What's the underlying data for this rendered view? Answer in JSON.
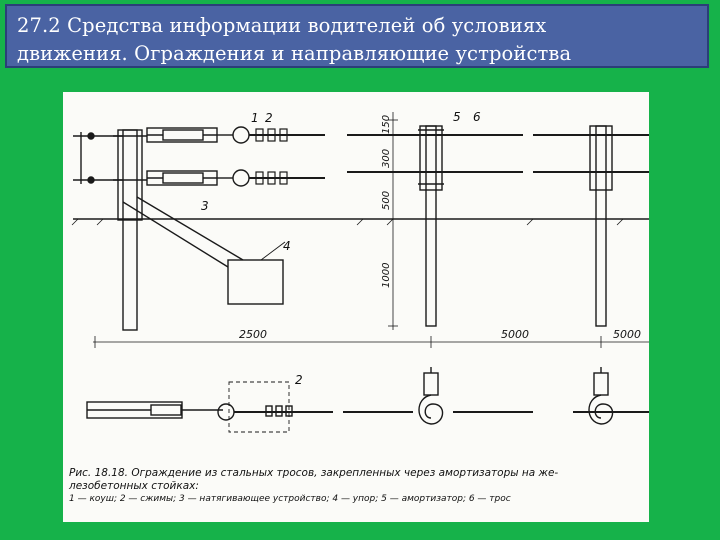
{
  "slide": {
    "title_line1": "27.2 Средства информации водителей об условиях",
    "title_line2": "движения. Ограждения и направляющие устройства"
  },
  "figure": {
    "callouts": [
      "1",
      "2",
      "3",
      "4",
      "5",
      "6",
      "2"
    ],
    "dimensions": {
      "d150": "150",
      "d300": "300",
      "d500": "500",
      "d1000": "1000",
      "d2500": "2500",
      "d5000a": "5000",
      "d5000b": "5000"
    },
    "caption_line1": "Рис. 18.18. Ограждение из стальных тросов, закрепленных через амортизаторы на же-",
    "caption_line2": "лезобетонных стойках:",
    "caption_line3": "1 — коуш; 2 — сжимы; 3 — натягивающее устройство; 4 — упор; 5 — амортизатор; 6 — трос"
  }
}
